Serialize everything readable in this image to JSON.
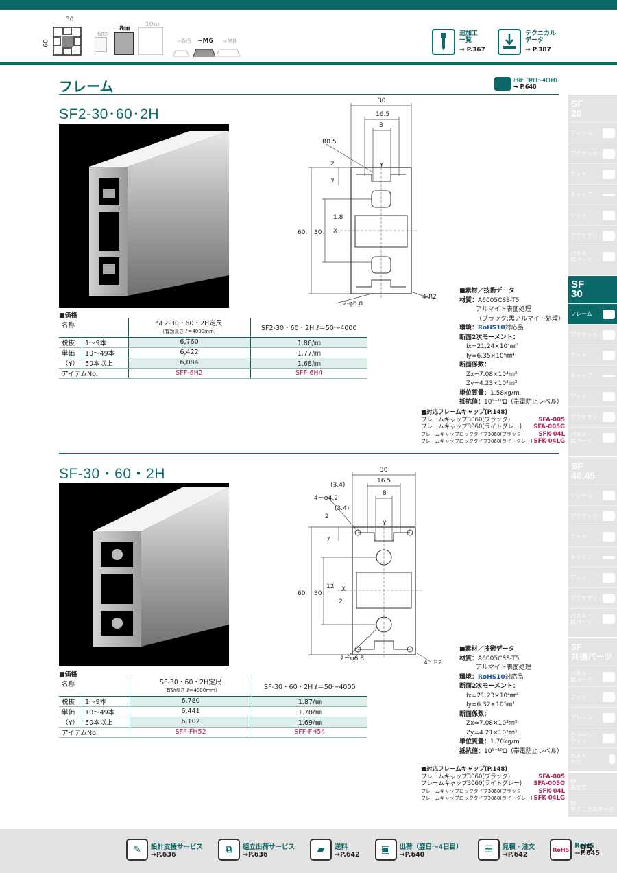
{
  "header": {
    "profile_width": "30",
    "profile_height": "60",
    "slots": [
      "6㎜",
      "8㎜",
      "10㎜"
    ],
    "nuts": [
      "~M5",
      "~M6",
      "~M8"
    ],
    "links": [
      {
        "label": "追加工\n一覧",
        "page": "→ P.367",
        "icon": "drill-icon"
      },
      {
        "label": "テクニカル\nデータ",
        "page": "→ P.387",
        "icon": "tech-data-icon"
      }
    ]
  },
  "section": {
    "title": "フレーム",
    "shipping_label": "出荷（翌日〜4日目）",
    "shipping_page": "→ P.640"
  },
  "products": [
    {
      "title": "SF2-30･60･2H",
      "price_heading": "■価格",
      "table": {
        "name_header": "名称",
        "col1_header": "SF2-30・60・2H定尺",
        "col1_sub": "（有効長さ ℓ＝4000mm）",
        "col2_header": "SF2-30・60・2H ℓ＝50〜4000",
        "group_label": [
          "税抜",
          "単価",
          "（¥）"
        ],
        "rows": [
          {
            "qty": "1〜9本",
            "v1": "6,760",
            "v2": "1.86/㎜"
          },
          {
            "qty": "10〜49本",
            "v1": "6,422",
            "v2": "1.77/㎜"
          },
          {
            "qty": "50本以上",
            "v1": "6,084",
            "v2": "1.68/㎜"
          }
        ],
        "item_label": "アイテムNo.",
        "item1": "SFF-6H2",
        "item2": "SFF-6H4"
      },
      "drawing": {
        "dims": [
          "30",
          "16.5",
          "8",
          "R0.5",
          "2",
          "7",
          "60",
          "30",
          "1.8",
          "X",
          "Y",
          "4-R2",
          "2-φ6.8"
        ]
      },
      "spec": {
        "heading": "■素材／技術データ",
        "material_label": "材質：",
        "material": "A6005CSS-T5",
        "finish1": "アルマイト表面処理",
        "finish2": "（ブラック:黒アルマイト処理）",
        "env_label": "環境：",
        "rohs": "RoHS10",
        "env_suffix": "対応品",
        "moment_label": "断面2次モーメント：",
        "ix": "Ix=21.24×10⁴㎜⁴",
        "iy": "Iy=6.35×10⁴㎜⁴",
        "modulus_label": "断面係数：",
        "zx": "Zx=7.08×10³㎜³",
        "zy": "Zy=4.23×10³㎜³",
        "mass_label": "単位質量：",
        "mass": "1.58kg/m",
        "resist_label": "抵抗値：",
        "resist": "10⁹⁻¹⁰Ω（帯電防止レベル）"
      },
      "caps": {
        "heading": "■対応フレームキャップ(P.148)",
        "rows": [
          {
            "name": "フレームキャップ3060(ブラック)",
            "code": "SFA-005"
          },
          {
            "name": "フレームキャップ3060(ライトグレー)",
            "code": "SFA-005G"
          },
          {
            "name": "フレームキャップロックタイプ3060(ブラック)",
            "code": "SFK-04L"
          },
          {
            "name": "フレームキャップロックタイプ3060(ライトグレー)",
            "code": "SFK-04LG"
          }
        ]
      }
    },
    {
      "title": "SF-30・60・2H",
      "price_heading": "■価格",
      "table": {
        "name_header": "名称",
        "col1_header": "SF-30・60・2H定尺",
        "col1_sub": "（有効長さ ℓ＝4000mm）",
        "col2_header": "SF-30・60・2H ℓ＝50〜4000",
        "group_label": [
          "税抜",
          "単価",
          "（¥）"
        ],
        "rows": [
          {
            "qty": "1〜9本",
            "v1": "6,780",
            "v2": "1.87/㎜"
          },
          {
            "qty": "10〜49本",
            "v1": "6,441",
            "v2": "1.78/㎜"
          },
          {
            "qty": "50本以上",
            "v1": "6,102",
            "v2": "1.69/㎜"
          }
        ],
        "item_label": "アイテムNo.",
        "item1": "SFF-FH52",
        "item2": "SFF-FH54"
      },
      "drawing": {
        "dims": [
          "30",
          "16.5",
          "(3.4)",
          "4－φ4.2",
          "8",
          "2",
          "(3.4)",
          "7",
          "Y",
          "12",
          "60",
          "30",
          "X",
          "2",
          "2－φ6.8",
          "4－R2"
        ]
      },
      "spec": {
        "heading": "■素材／技術データ",
        "material_label": "材質：",
        "material": "A6005CSS-T5",
        "finish1": "アルマイト表面処理",
        "finish2": "",
        "env_label": "環境：",
        "rohs": "RoHS10",
        "env_suffix": "対応品",
        "moment_label": "断面2次モーメント：",
        "ix": "Ix=21.23×10⁴㎜⁴",
        "iy": "Iy=6.32×10⁴㎜⁴",
        "modulus_label": "断面係数：",
        "zx": "Zx=7.08×10³㎜³",
        "zy": "Zy=4.21×10³㎜³",
        "mass_label": "単位質量：",
        "mass": "1.70kg/m",
        "resist_label": "抵抗値：",
        "resist": "10⁹⁻¹⁰Ω（帯電防止レベル）"
      },
      "caps": {
        "heading": "■対応フレームキャップ(P.148)",
        "rows": [
          {
            "name": "フレームキャップ3060(ブラック)",
            "code": "SFA-005"
          },
          {
            "name": "フレームキャップ3060(ライトグレー)",
            "code": "SFA-005G"
          },
          {
            "name": "フレームキャップロックタイプ3060(ブラック)",
            "code": "SFK-04L"
          },
          {
            "name": "フレームキャップロックタイプ3060(ライトグレー)",
            "code": "SFK-04LG"
          }
        ]
      }
    }
  ],
  "sidebar": {
    "groups": [
      {
        "title": "SF\n20",
        "items": [
          "フレーム",
          "ブラケット",
          "ナット",
          "キャップ",
          "フット",
          "アクセサリ",
          "パネル・\n扉パーツ"
        ],
        "active": false
      },
      {
        "title": "SF\n30",
        "items": [
          "フレーム",
          "ブラケット",
          "ナット",
          "キャップ",
          "フット",
          "アクセサリ",
          "パネル・\n扉パーツ"
        ],
        "active": true
      },
      {
        "title": "SF\n40.45",
        "items": [
          "フレーム",
          "ブラケット",
          "ナット",
          "キャップ",
          "フット",
          "アクセサリ",
          "パネル・\n扉パーツ"
        ],
        "active": false
      },
      {
        "title": "SF\n共通パーツ",
        "items": [
          "パネル・\n扉パーツ",
          "フット",
          "フレーム",
          "クリーン\nファン",
          "ボルト\nネジ"
        ],
        "active": false
      },
      {
        "title": "",
        "items": [
          "SF\n追加工",
          "SF\nテクニカルデータ"
        ],
        "active": false
      }
    ]
  },
  "footer": {
    "items": [
      {
        "label": "設計支援サービス",
        "page": "→P.636",
        "icon": "design-support-icon"
      },
      {
        "label": "組立出荷サービス",
        "page": "→P.636",
        "icon": "assembly-icon"
      },
      {
        "label": "送料",
        "page": "→P.642",
        "icon": "truck-icon"
      },
      {
        "label": "出荷（翌日〜4日目）",
        "page": "→P.640",
        "icon": "shipping-icon"
      },
      {
        "label": "見積・注文",
        "page": "→P.642",
        "icon": "order-icon"
      },
      {
        "label": "RoHS",
        "page": "→P.645",
        "icon": "rohs-icon"
      }
    ],
    "page_number": "95"
  }
}
